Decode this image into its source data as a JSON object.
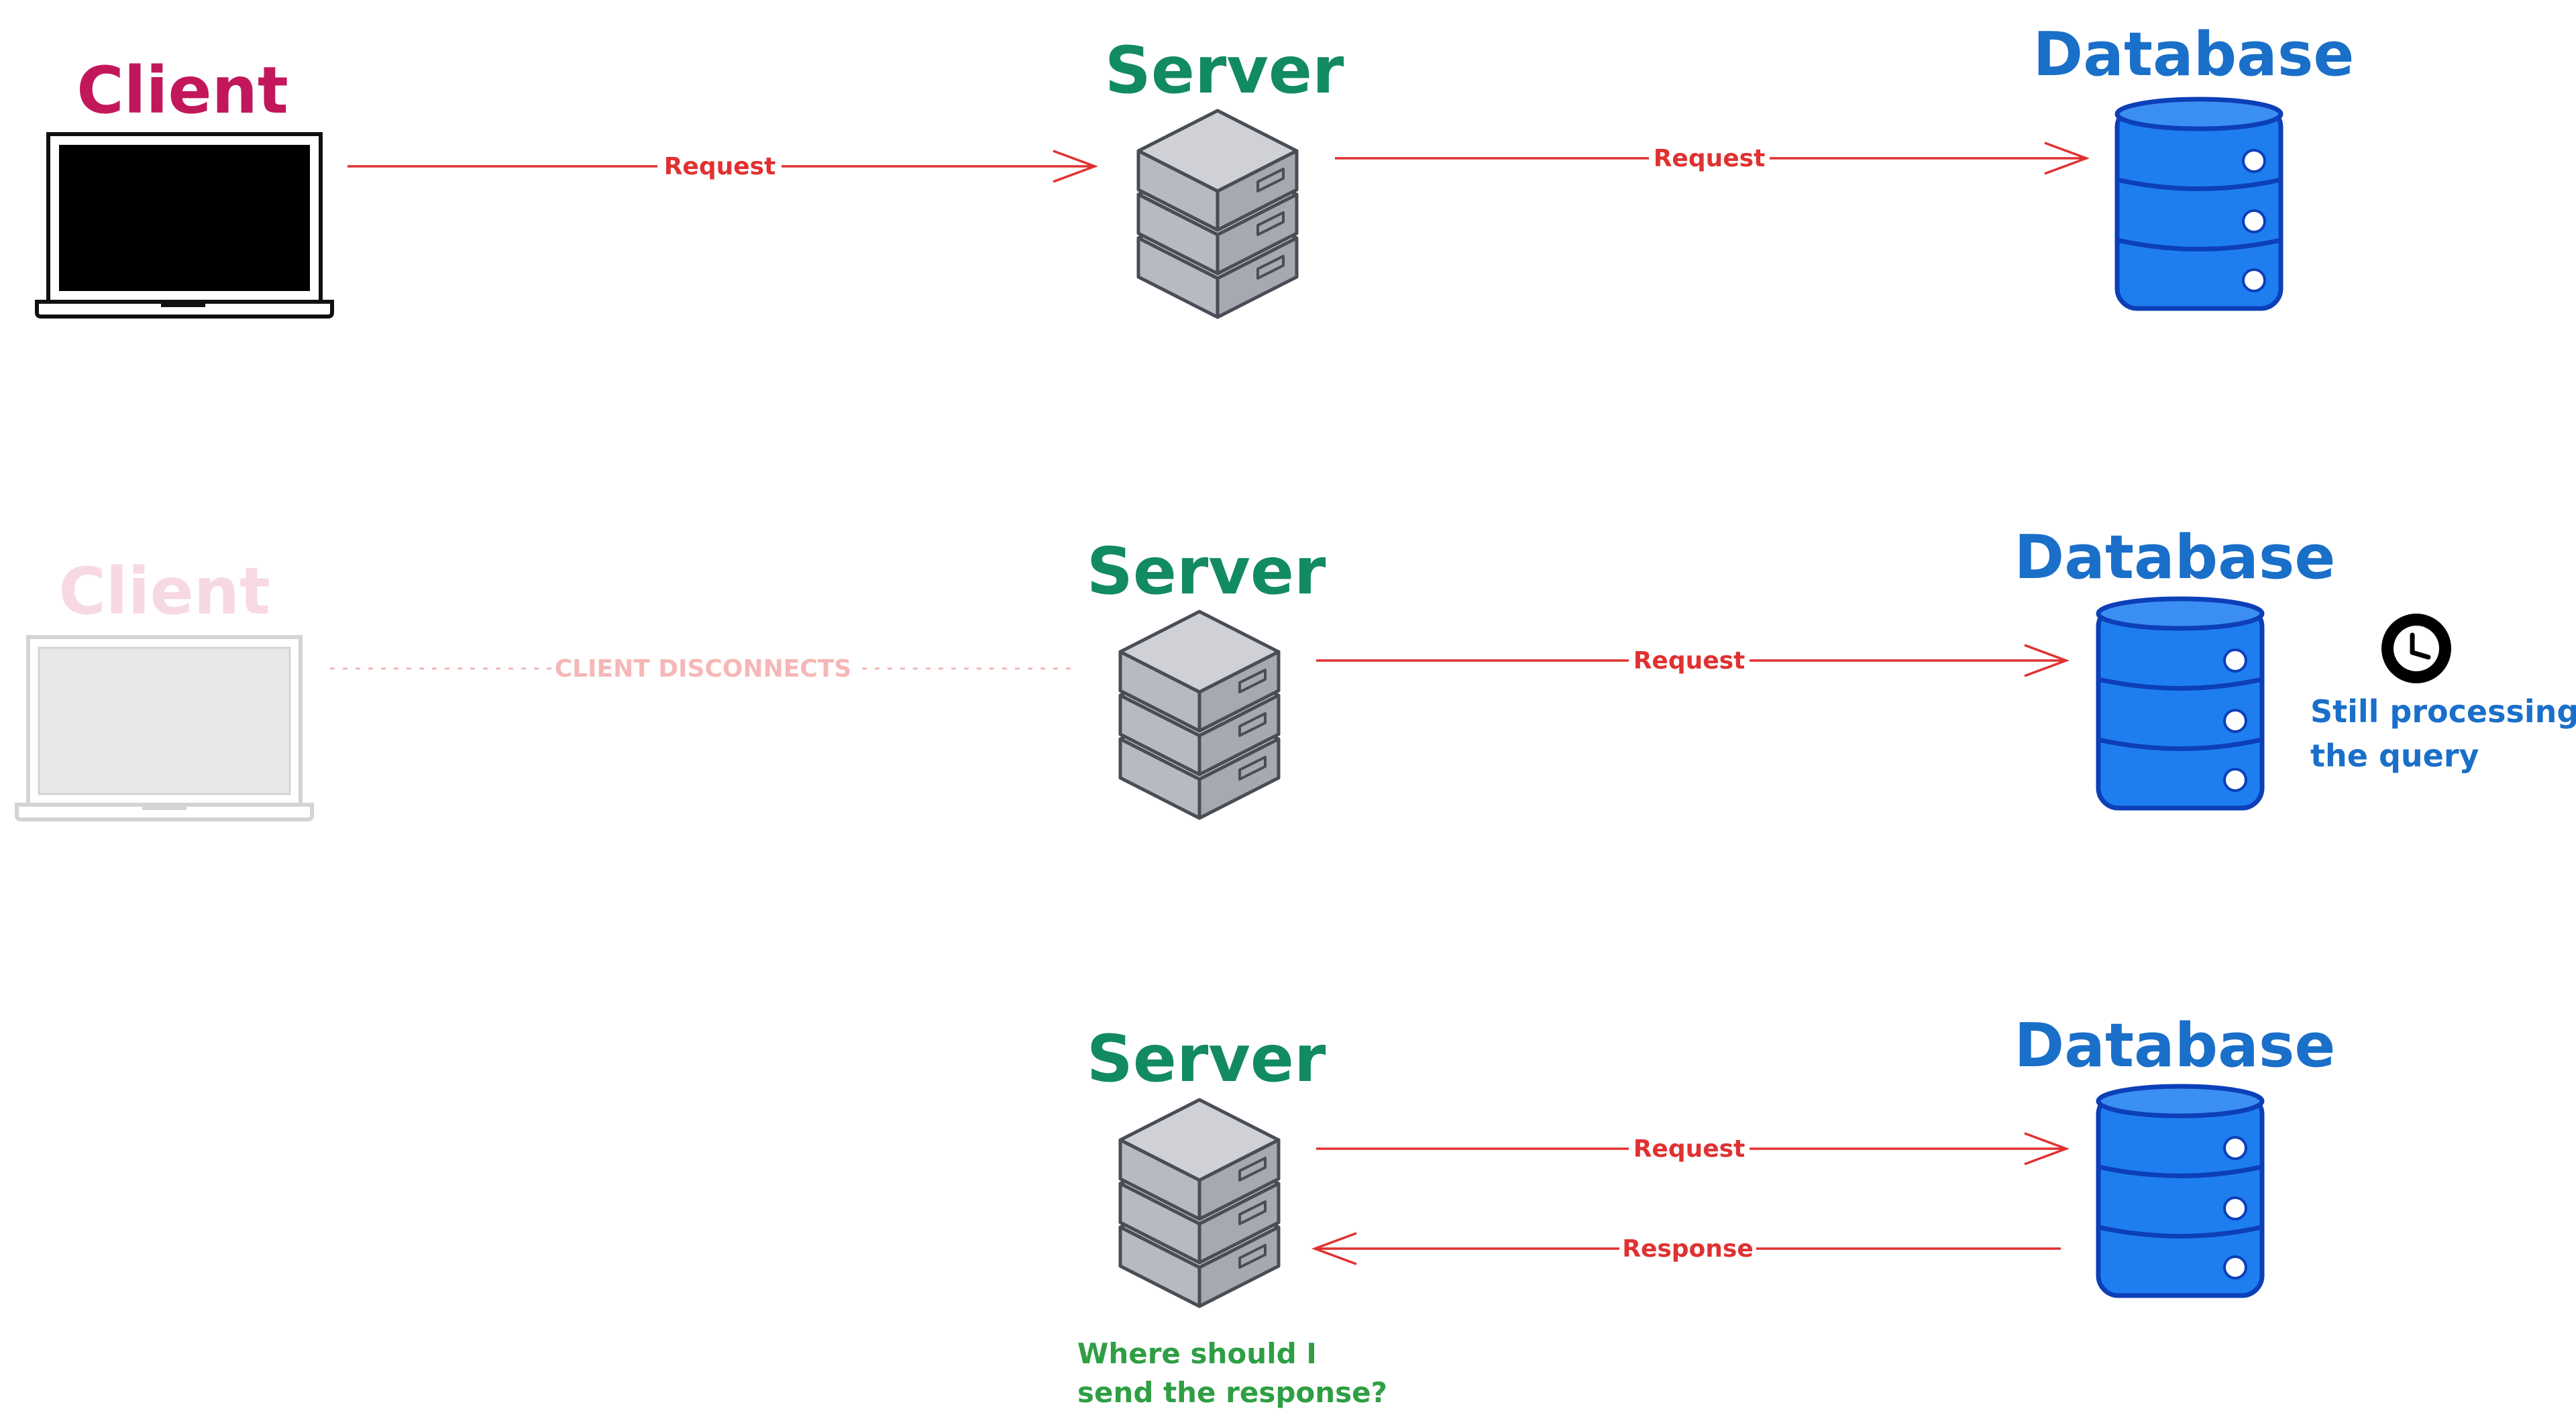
{
  "colors": {
    "client": "#c2185b",
    "client_faded": "#f7d9e2",
    "server": "#128a62",
    "database": "#1a6fc9",
    "db_fill": "#1e7ef0",
    "db_stroke": "#0c3fb8",
    "arrow": "#e03131",
    "arrow_faded": "#f5b7b7",
    "note_db": "#1a6fc9",
    "note_server": "#2f9e44"
  },
  "icons": [
    "laptop-icon",
    "server-icon",
    "database-icon",
    "clock-icon"
  ],
  "row1": {
    "client_title": "Client",
    "server_title": "Server",
    "database_title": "Database",
    "arrow_client_server": "Request",
    "arrow_server_db": "Request"
  },
  "row2": {
    "client_title": "Client",
    "disconnect_label": "CLIENT DISCONNECTS",
    "server_title": "Server",
    "database_title": "Database",
    "arrow_server_db": "Request",
    "db_note_line1": "Still processing",
    "db_note_line2": "the query"
  },
  "row3": {
    "server_title": "Server",
    "database_title": "Database",
    "arrow_request": "Request",
    "arrow_response": "Response",
    "server_note_line1": "Where should I",
    "server_note_line2": "send the response?"
  }
}
